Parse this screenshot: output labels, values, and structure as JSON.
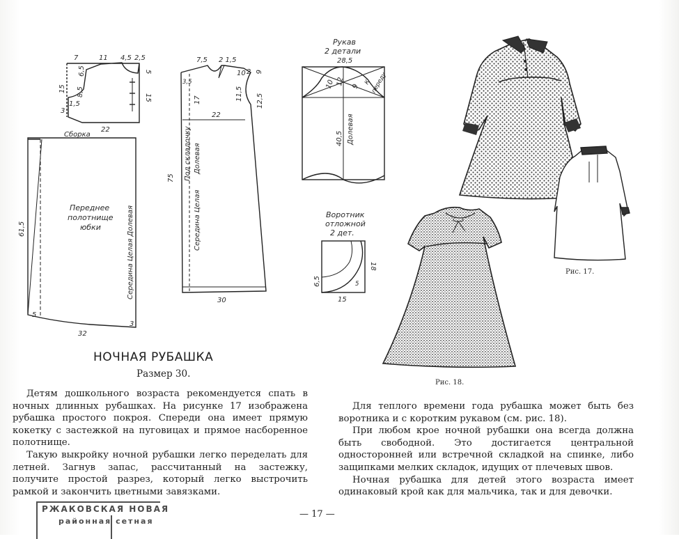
{
  "patterns": {
    "yoke_front": {
      "dims": {
        "w7": "7",
        "w11": "11",
        "w45": "4,5",
        "w25": "2,5",
        "h65": "6,5",
        "h5": "5",
        "h15l": "15",
        "h85": "8,5",
        "h15r": "15",
        "h3": "3",
        "h15b": "1,5",
        "base": "22"
      },
      "caption": "Сборка"
    },
    "skirt_front": {
      "label": [
        "Переднее",
        "полотнище",
        "юбки"
      ],
      "fold_label": "Середина   Целая   Долевая",
      "dims": {
        "height": "61,5",
        "bottom": "32",
        "hem_l": "5",
        "hem_r": "3"
      }
    },
    "back": {
      "dims": {
        "w75": "7,5",
        "w215": "2 1,5",
        "w10": "10",
        "w2": "2",
        "h6": "6",
        "h35": "3,5",
        "h17": "17",
        "h115": "11,5",
        "h125": "12,5",
        "w22": "22",
        "h75": "75",
        "bottom": "30"
      },
      "fold_label_1": "Под складочку",
      "fold_label_2": "Долевая",
      "fold_label_3": "Середина   Целая"
    },
    "sleeve": {
      "title": [
        "Рукав",
        "2 детали"
      ],
      "dims": {
        "top": "28,5",
        "s10": "10",
        "s12": "12",
        "s9": "9",
        "s_k": "К",
        "s_fold": "переду",
        "len": "40,5"
      },
      "grain": "Долевая"
    },
    "collar": {
      "title": [
        "Воротник",
        "отложной",
        "2 дет."
      ],
      "dims": {
        "h65": "6,5",
        "w15": "15",
        "h18": "18",
        "s5": "5"
      }
    }
  },
  "figures": {
    "fig17": "Рис. 17.",
    "fig18": "Рис. 18."
  },
  "article": {
    "title": "НОЧНАЯ РУБАШКА",
    "size": "Размер 30.",
    "left": [
      "Детям дошкольного возраста рекомендуется спать в ночных длинных рубашках. На рисунке 17 изображена рубашка простого покроя. Спереди она имеет прямую кокетку с застежкой на пуговицах и прямое насборенное полотнище.",
      "Такую выкройку ночной рубашки легко переделать для летней. Загнув запас, рассчитанный на застежку, получите простой разрез, который легко выстрочить рамкой и закончить цветными завязками."
    ],
    "right": [
      "Для теплого времени года рубашка может быть без воротника и с коротким рукавом (см. рис. 18).",
      "При любом крое ночной рубашки она всегда должна быть свободной. Это достигается центральной односторонней или встречной складкой на спинке, либо защипками мелких складок, идущих от плечевых швов.",
      "Ночная рубашка для детей этого возраста имеет одинаковый крой как для мальчика, так и для девочки."
    ]
  },
  "folio": "— 17 —",
  "stamp": {
    "line1": "РЖАКОВСКАЯ НОВАЯ",
    "line2": "районная  сетная"
  }
}
